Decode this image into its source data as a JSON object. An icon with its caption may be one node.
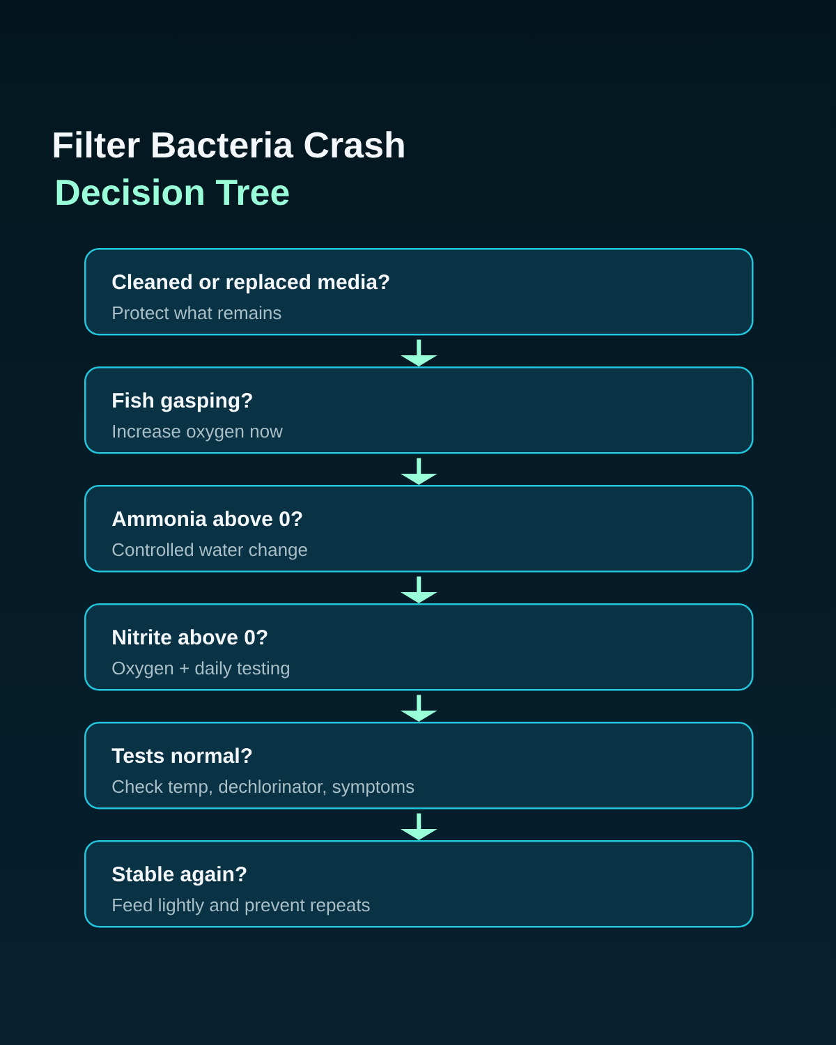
{
  "diagram": {
    "title": "Filter Bacteria Crash",
    "nodes": [
      {
        "text": [
          "Cleaned or replaced media?",
          "Protect what remains"
        ]
      },
      {
        "text": [
          "Fish gasping?",
          "Increase oxygen now"
        ]
      },
      {
        "text": [
          "Ammonia above 0?",
          "Controlled water change"
        ]
      },
      {
        "text": [
          "Nitrite above 0?",
          "Oxygen + daily testing"
        ]
      },
      {
        "text": [
          "Tests normal?",
          "Check temp, dechlorinator, symptoms"
        ]
      },
      {
        "text": [
          "Stable again?",
          "Feed lightly and prevent repeats"
        ]
      }
    ],
    "edges": [
      {
        "from": 0,
        "to": 1,
        "arrow": "to"
      },
      {
        "from": 1,
        "to": 2,
        "arrow": "to"
      },
      {
        "from": 2,
        "to": 3,
        "arrow": "to"
      },
      {
        "from": 3,
        "to": 4,
        "arrow": "to"
      },
      {
        "from": 4,
        "to": 5,
        "arrow": "to"
      }
    ],
    "labels": [
      "Decision Tree"
    ]
  }
}
